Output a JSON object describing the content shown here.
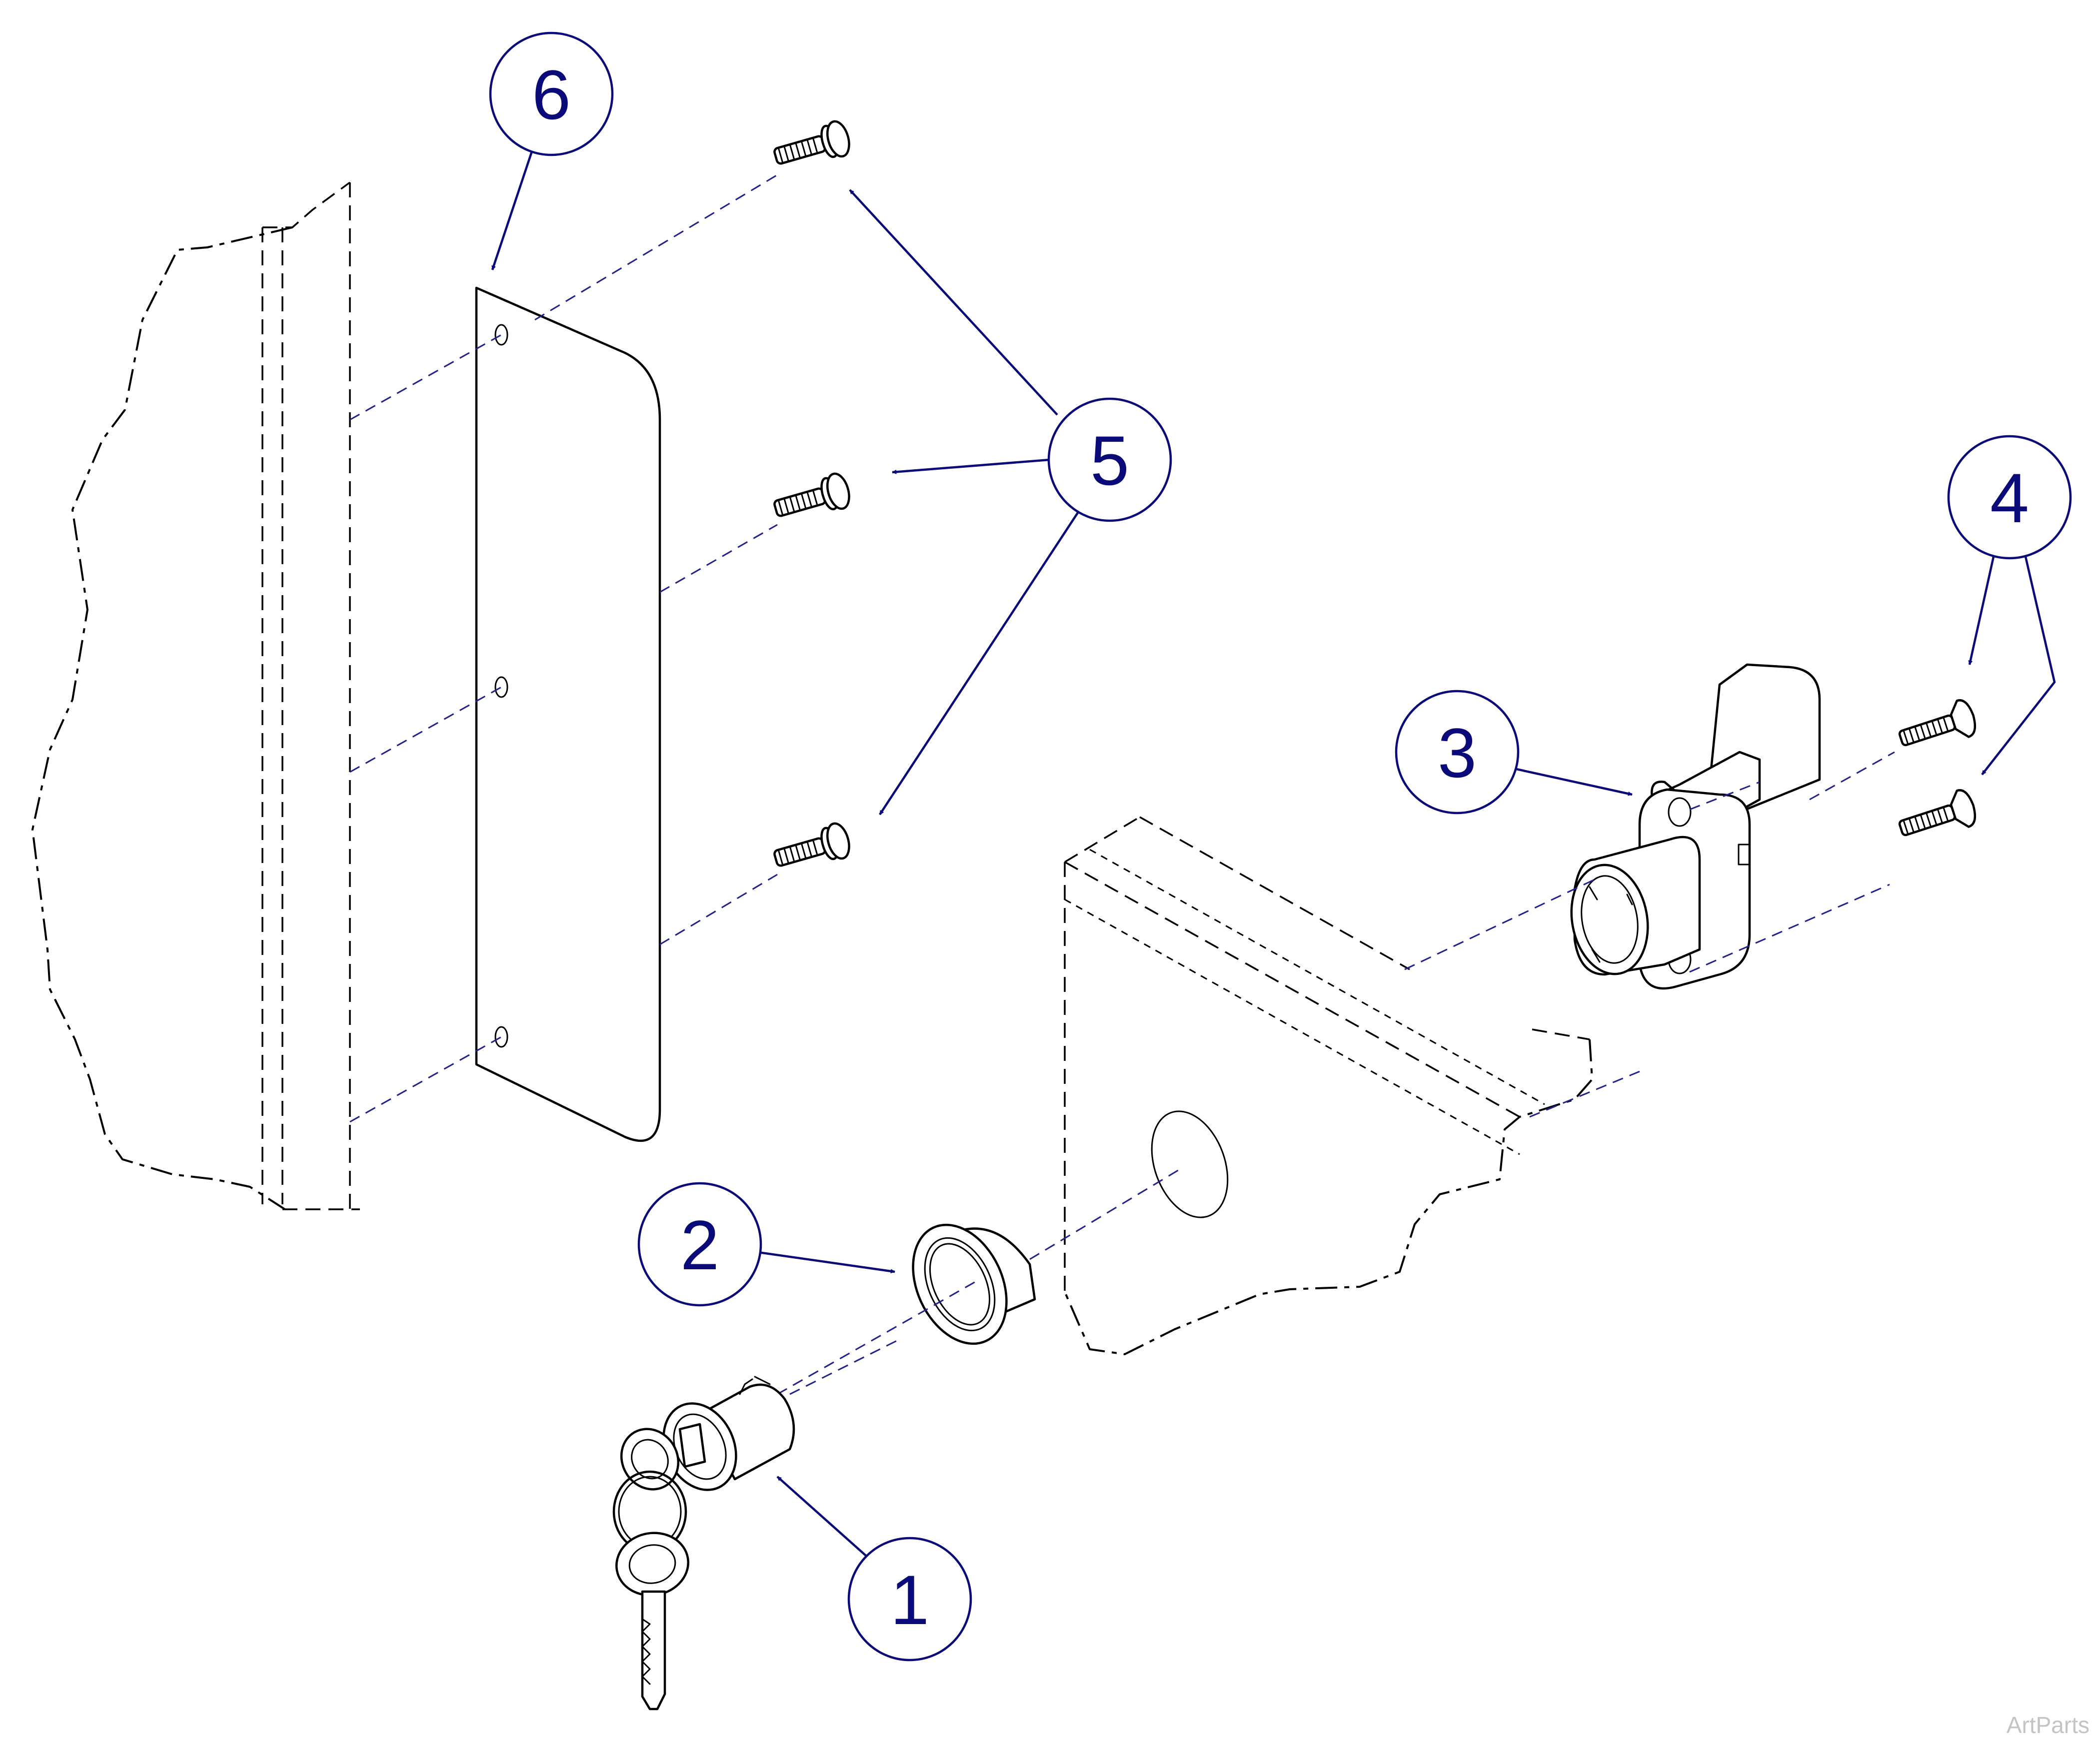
{
  "callouts": [
    {
      "id": "1",
      "label": "1"
    },
    {
      "id": "2",
      "label": "2"
    },
    {
      "id": "3",
      "label": "3"
    },
    {
      "id": "4",
      "label": "4"
    },
    {
      "id": "5",
      "label": "5"
    },
    {
      "id": "6",
      "label": "6"
    }
  ],
  "watermark": "ArtParts",
  "colors": {
    "callout": "#0a0a78",
    "guide_line": "#22228a",
    "drawing": "#000000",
    "watermark": "#c4c4c4"
  }
}
